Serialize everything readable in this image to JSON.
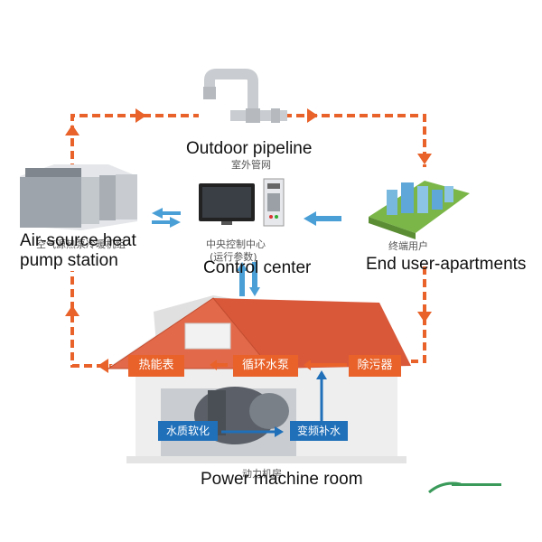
{
  "labels": {
    "outdoor_pipeline_en": "Outdoor pipeline",
    "outdoor_pipeline_cn": "室外管网",
    "heat_pump_en": "Air-source heat pump station",
    "heat_pump_cn": "空气源热泵冷暖机组",
    "control_center_en": "Control center",
    "control_center_cn": "中央控制中心",
    "control_center_cn2": "(运行参数)",
    "end_user_en": "End user-apartments",
    "end_user_cn": "终端用户",
    "power_room_en": "Power machine room",
    "power_room_cn": "动力机房"
  },
  "boxes": {
    "heat_meter": "热能表",
    "circulation_pump": "循环水泵",
    "dirt_separator": "除污器",
    "water_softening": "水质软化",
    "vfd_makeup": "变频补水"
  },
  "colors": {
    "flow_orange": "#e8622a",
    "flow_blue": "#1f6fb9",
    "roof": "#e26a4a"
  }
}
